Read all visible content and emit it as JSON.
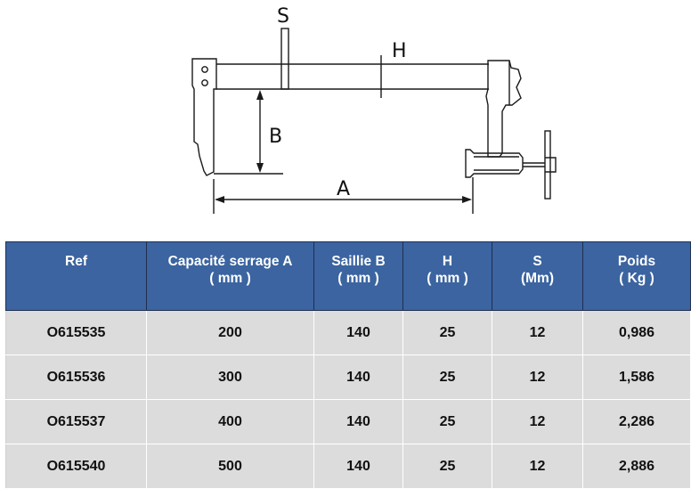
{
  "diagram": {
    "labels": {
      "s": "S",
      "h": "H",
      "b": "B",
      "a": "A"
    }
  },
  "table": {
    "headers": [
      {
        "line1": "Ref",
        "line2": ""
      },
      {
        "line1": "Capacité serrage A",
        "line2": "( mm )"
      },
      {
        "line1": "Saillie B",
        "line2": "( mm )"
      },
      {
        "line1": "H",
        "line2": "( mm )"
      },
      {
        "line1": "S",
        "line2": "(Mm)"
      },
      {
        "line1": "Poids",
        "line2": "( Kg )"
      }
    ],
    "rows": [
      [
        "O615535",
        "200",
        "140",
        "25",
        "12",
        "0,986"
      ],
      [
        "O615536",
        "300",
        "140",
        "25",
        "12",
        "1,586"
      ],
      [
        "O615537",
        "400",
        "140",
        "25",
        "12",
        "2,286"
      ],
      [
        "O615540",
        "500",
        "140",
        "25",
        "12",
        "2,886"
      ]
    ]
  },
  "colors": {
    "header_bg": "#3b64a0",
    "row_bg": "#dcdcdc"
  }
}
